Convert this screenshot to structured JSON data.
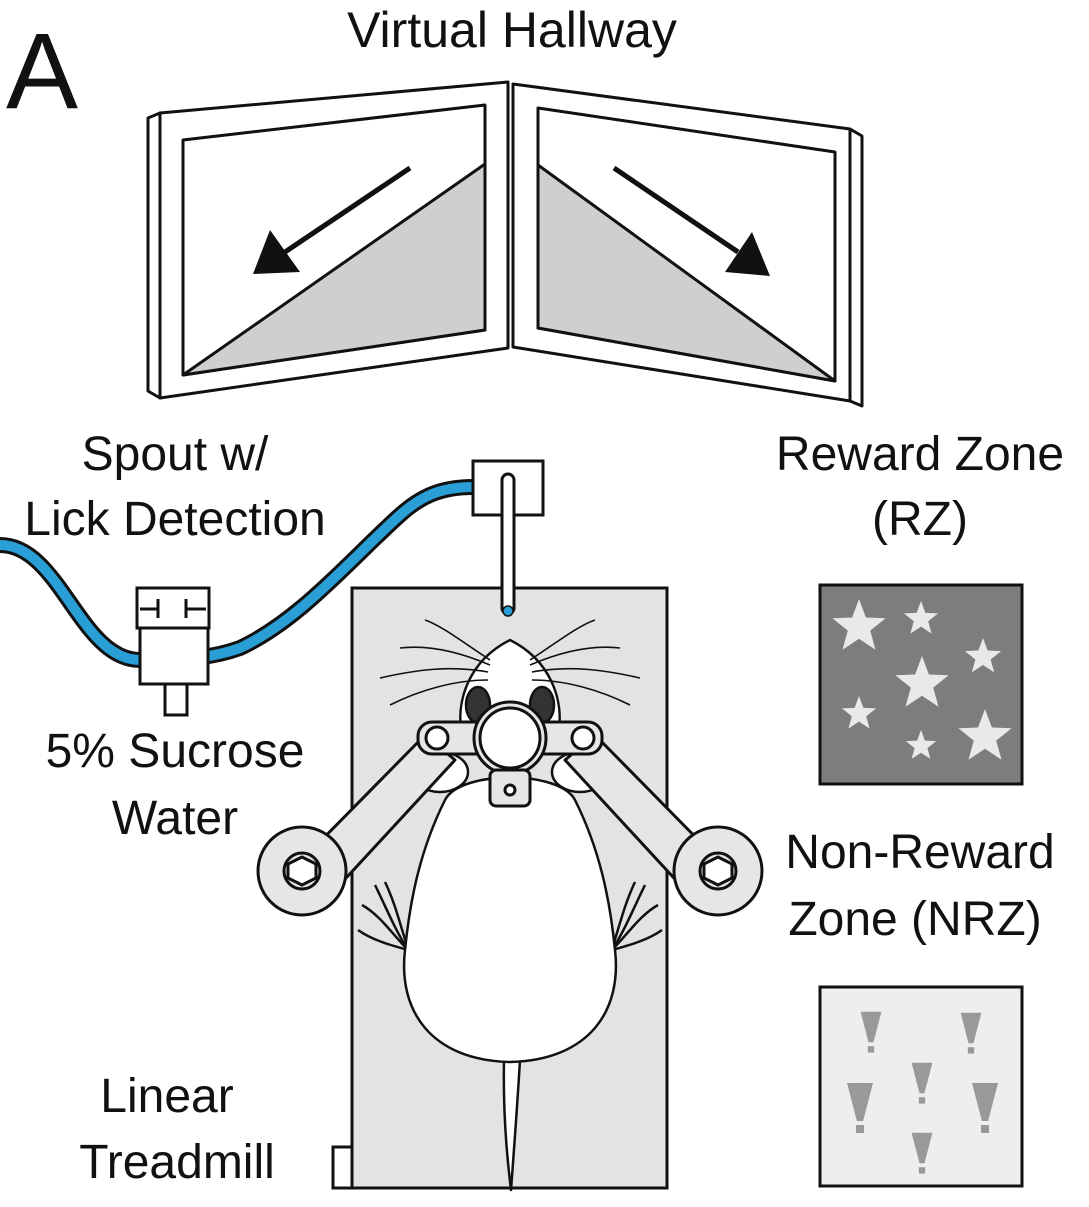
{
  "panel_letter": "A",
  "labels": {
    "virtual_hallway": "Virtual Hallway",
    "spout_line1": "Spout w/",
    "spout_line2": "Lick Detection",
    "sucrose_line1": "5% Sucrose",
    "sucrose_line2": "Water",
    "treadmill_line1": "Linear",
    "treadmill_line2": "Treadmill",
    "reward_line1": "Reward Zone",
    "reward_line2": "(RZ)",
    "nonreward_line1": "Non-Reward",
    "nonreward_line2": "Zone (NRZ)"
  },
  "colors": {
    "tube": "#2a9fd6",
    "treadmill": "#e3e3e3",
    "reward_tile": "#7d7d7d",
    "nonreward_tile": "#eeeeee",
    "floor_gray": "#cfcfcf",
    "cone_gray": "#999999",
    "star": "#e9e9e9"
  }
}
